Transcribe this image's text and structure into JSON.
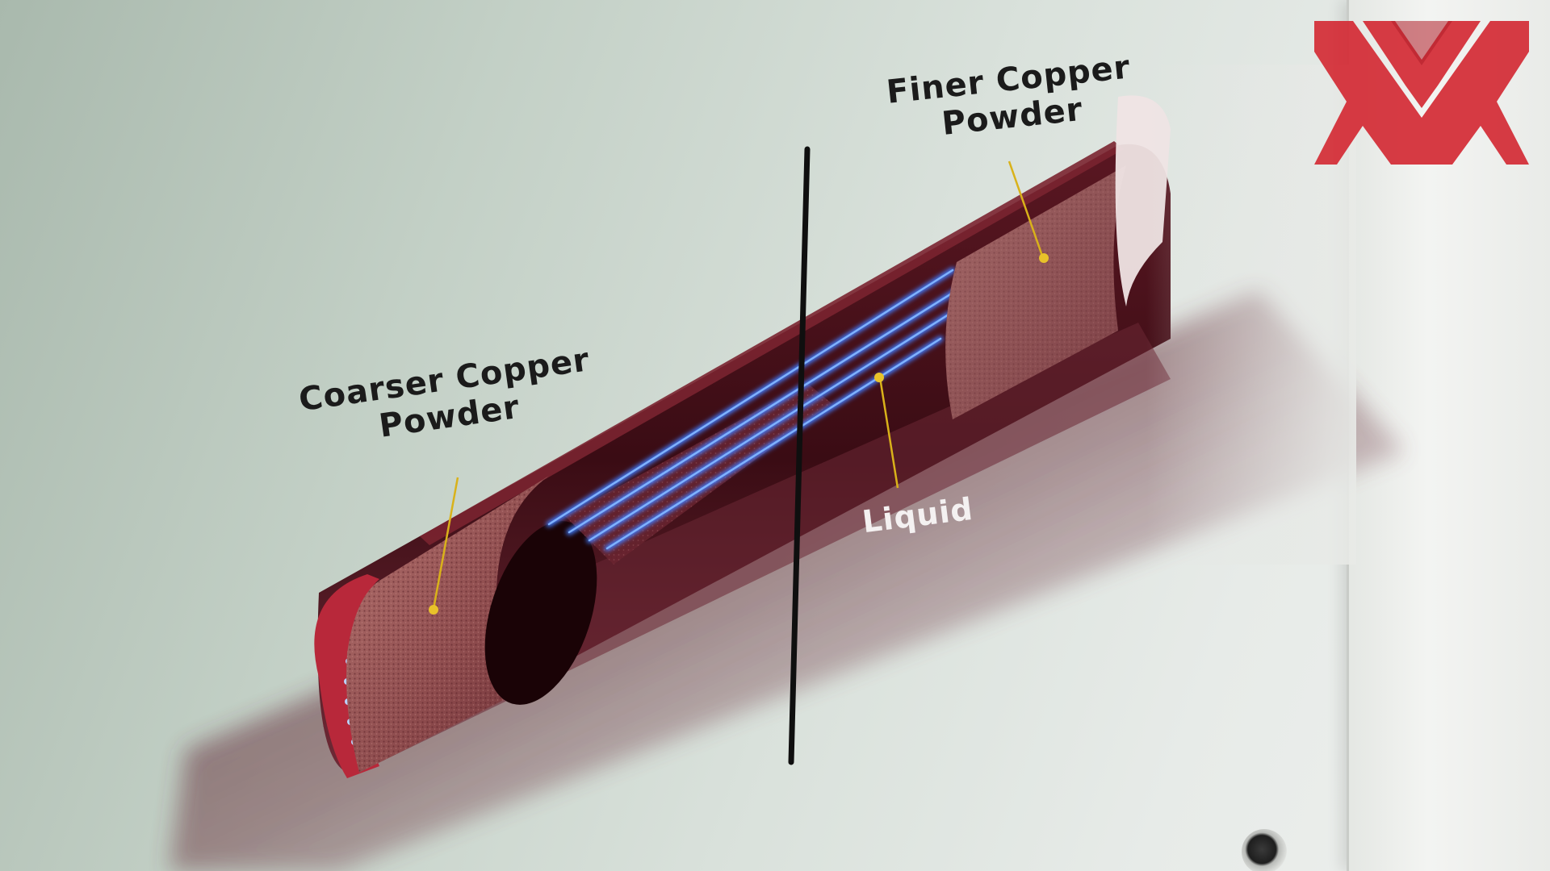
{
  "labels": {
    "coarser_line1": "Coarser Copper",
    "coarser_line2": "Powder",
    "finer_line1": "Finer Copper",
    "finer_line2": "Powder",
    "liquid": "Liquid"
  },
  "colors": {
    "copper_dark": "#3d0f16",
    "copper_mid": "#6b2430",
    "copper_powder": "#9a5c5c",
    "heatpipe_red": "#c2303f",
    "liquid_blue": "#3a7bff",
    "leader_line": "#d9b21a",
    "logo_red": "#d42b35"
  }
}
